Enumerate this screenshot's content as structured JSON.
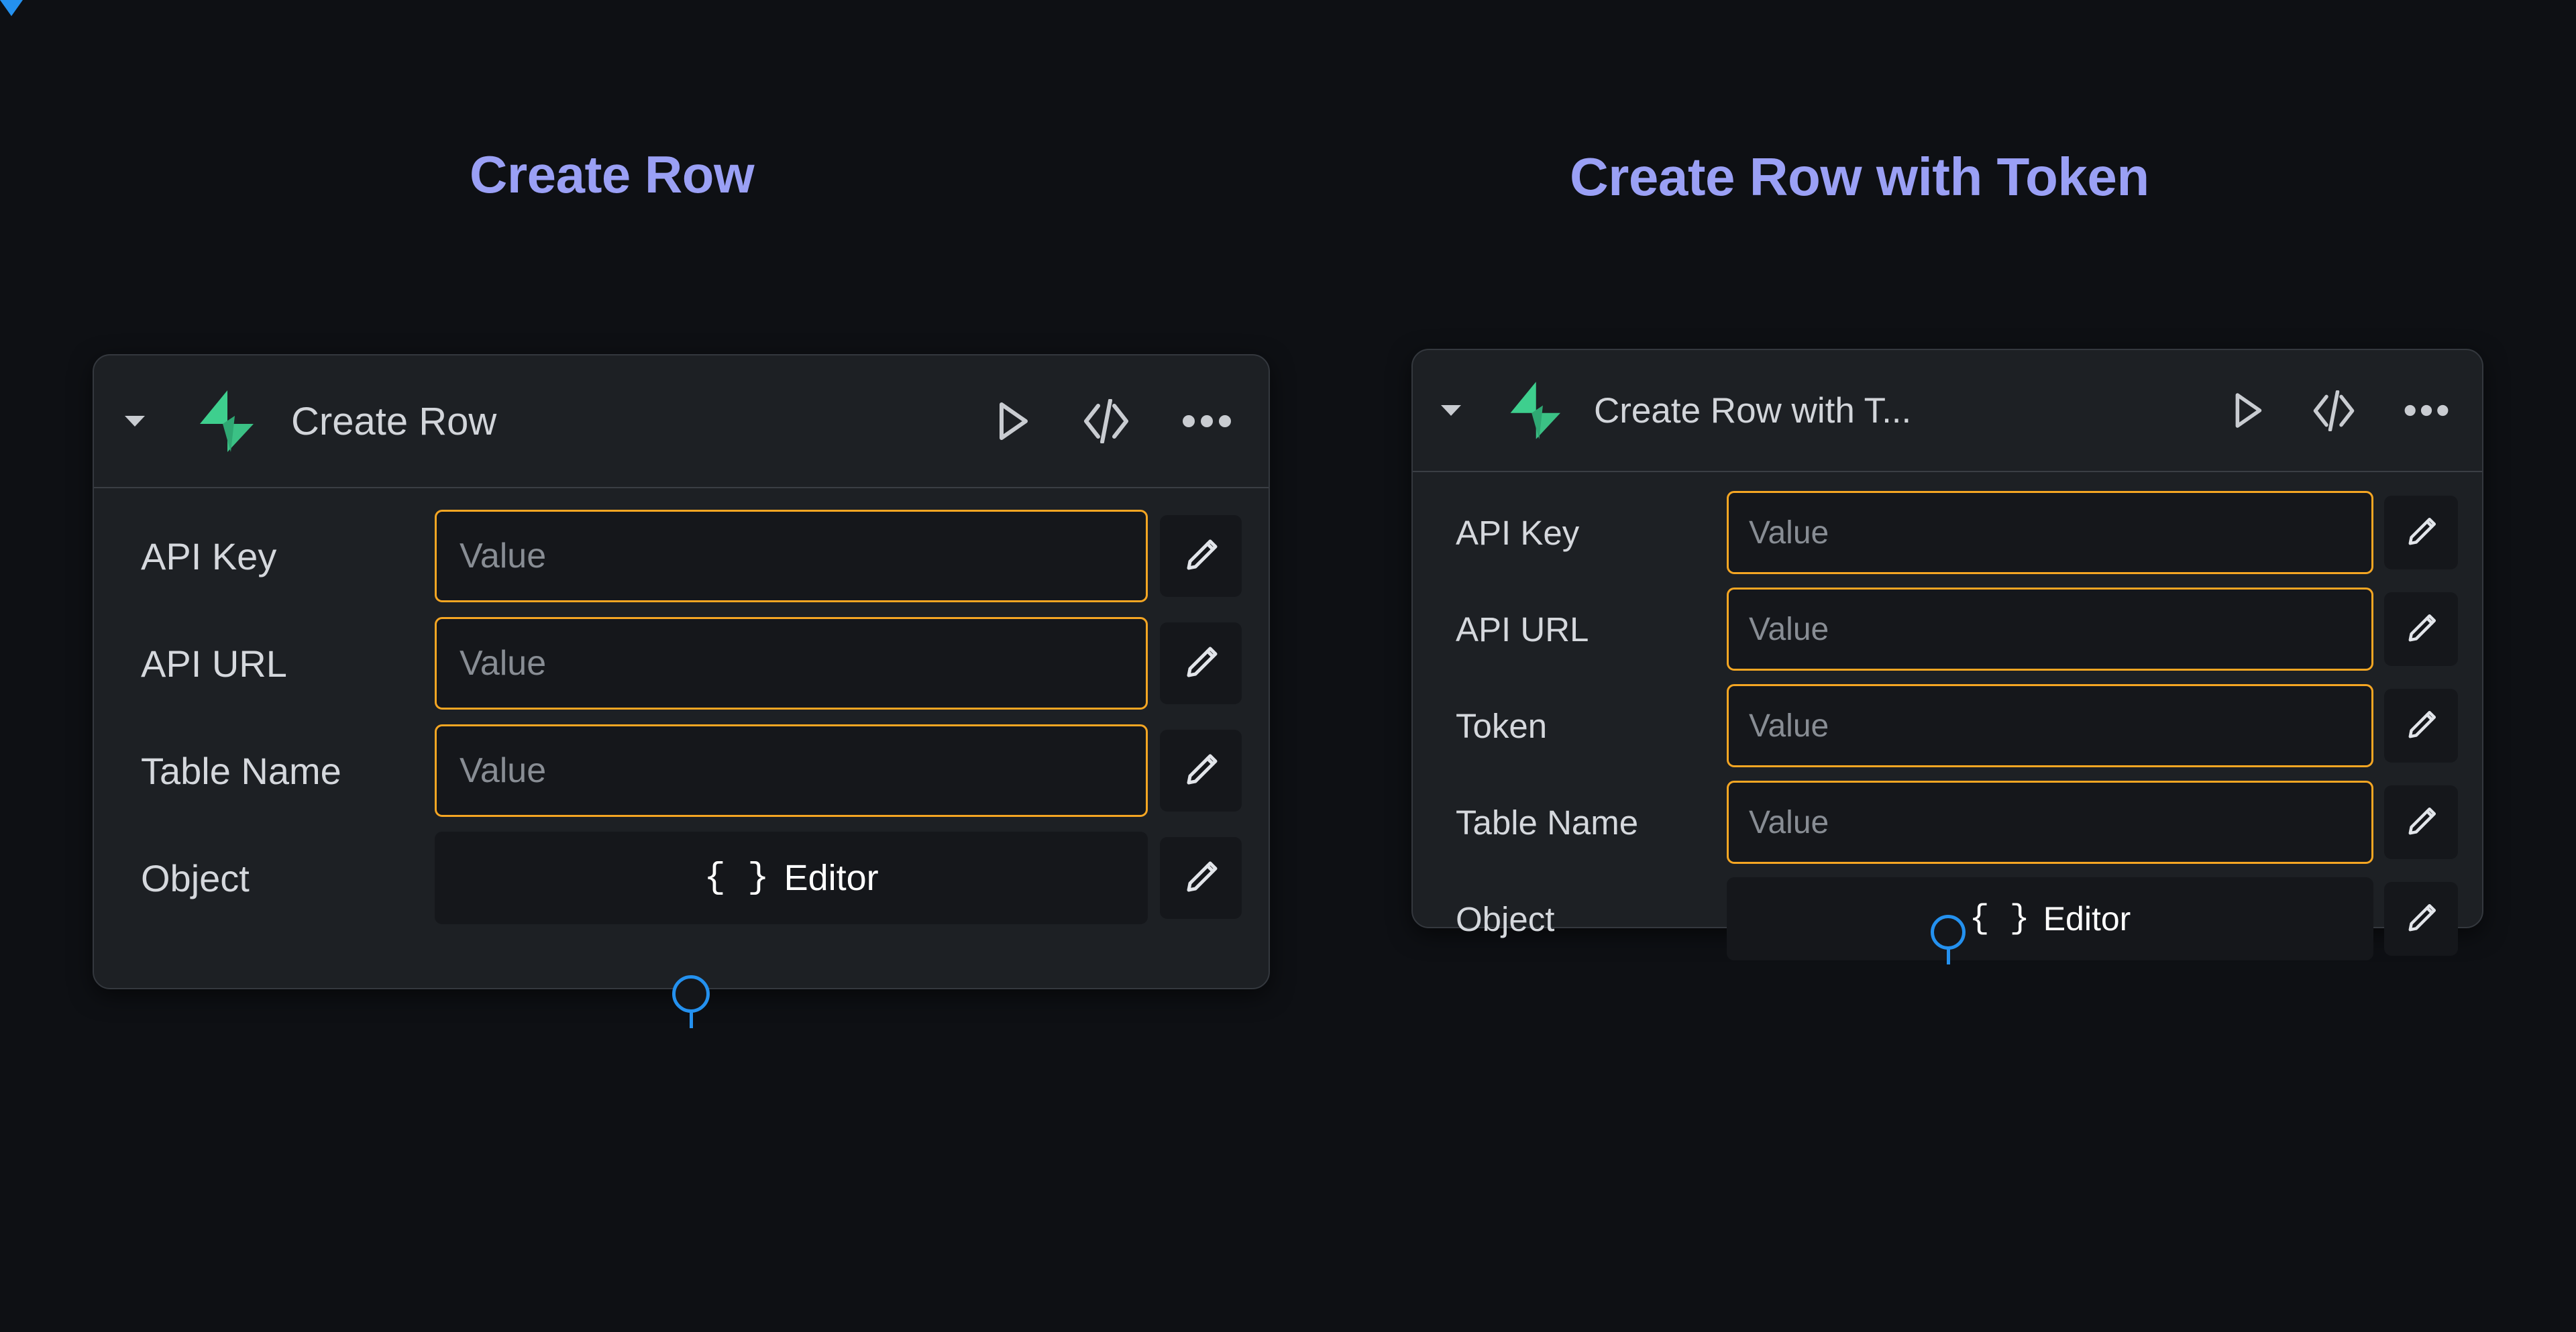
{
  "page": {
    "background": "#0e1014",
    "accent_heading": "#9aa0f5",
    "accent_border": "#f5a623",
    "accent_connector": "#2491ef",
    "brand_green": "#3ecf8e"
  },
  "headings": {
    "left": "Create Row",
    "right": "Create Row with Token"
  },
  "nodes": [
    {
      "id": "create-row",
      "title": "Create Row",
      "icon": "supabase-bolt-icon",
      "header_actions": [
        {
          "name": "run-button",
          "icon": "play-icon"
        },
        {
          "name": "code-button",
          "icon": "code-brackets-icon"
        },
        {
          "name": "more-button",
          "icon": "ellipsis-icon"
        }
      ],
      "collapse_icon": "chevron-down-icon",
      "fields": [
        {
          "label": "API Key",
          "type": "input",
          "placeholder": "Value",
          "highlight": true,
          "edit_icon": "pencil-icon"
        },
        {
          "label": "API URL",
          "type": "input",
          "placeholder": "Value",
          "highlight": true,
          "edit_icon": "pencil-icon"
        },
        {
          "label": "Table Name",
          "type": "input",
          "placeholder": "Value",
          "highlight": true,
          "edit_icon": "pencil-icon"
        },
        {
          "label": "Object",
          "type": "editor",
          "braces": "{ }",
          "button_label": "Editor",
          "highlight": false,
          "edit_icon": "pencil-icon"
        }
      ],
      "connectors": {
        "output": "output-handle",
        "input": null
      }
    },
    {
      "id": "create-row-with-token",
      "title": "Create Row with T...",
      "icon": "supabase-bolt-icon",
      "header_actions": [
        {
          "name": "run-button",
          "icon": "play-icon"
        },
        {
          "name": "code-button",
          "icon": "code-brackets-icon"
        },
        {
          "name": "more-button",
          "icon": "ellipsis-icon"
        }
      ],
      "collapse_icon": "chevron-down-icon",
      "fields": [
        {
          "label": "API Key",
          "type": "input",
          "placeholder": "Value",
          "highlight": true,
          "edit_icon": "pencil-icon"
        },
        {
          "label": "API URL",
          "type": "input",
          "placeholder": "Value",
          "highlight": true,
          "edit_icon": "pencil-icon"
        },
        {
          "label": "Token",
          "type": "input",
          "placeholder": "Value",
          "highlight": true,
          "edit_icon": "pencil-icon"
        },
        {
          "label": "Table Name",
          "type": "input",
          "placeholder": "Value",
          "highlight": true,
          "edit_icon": "pencil-icon"
        },
        {
          "label": "Object",
          "type": "editor",
          "braces": "{ }",
          "button_label": "Editor",
          "highlight": false,
          "edit_icon": "pencil-icon"
        }
      ],
      "connectors": {
        "output": "output-handle",
        "input": "input-handle"
      }
    }
  ]
}
